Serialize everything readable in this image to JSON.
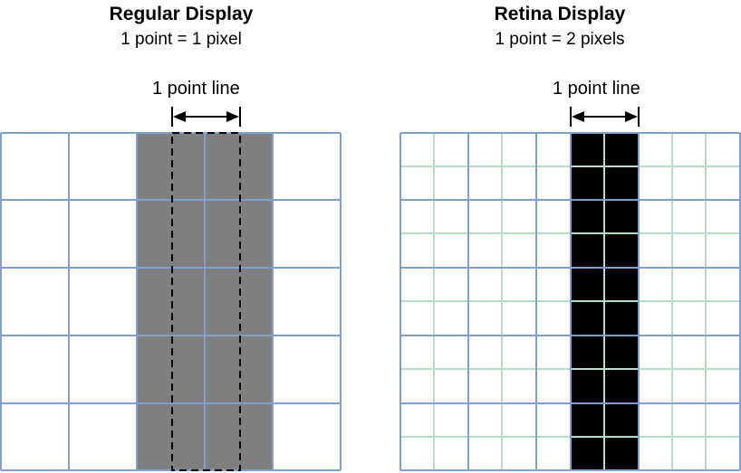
{
  "regular": {
    "title": "Regular Display",
    "subtitle": "1 point = 1 pixel",
    "line_label": "1 point line"
  },
  "retina": {
    "title": "Retina Display",
    "subtitle": "1 point = 2 pixels",
    "line_label": "1 point line"
  },
  "colors": {
    "point_grid": "#7f9fd0",
    "pixel_grid": "#b8dcc6",
    "regular_fill": "#7f7f7f",
    "retina_fill": "#000000",
    "dashed_outline": "#000000"
  }
}
